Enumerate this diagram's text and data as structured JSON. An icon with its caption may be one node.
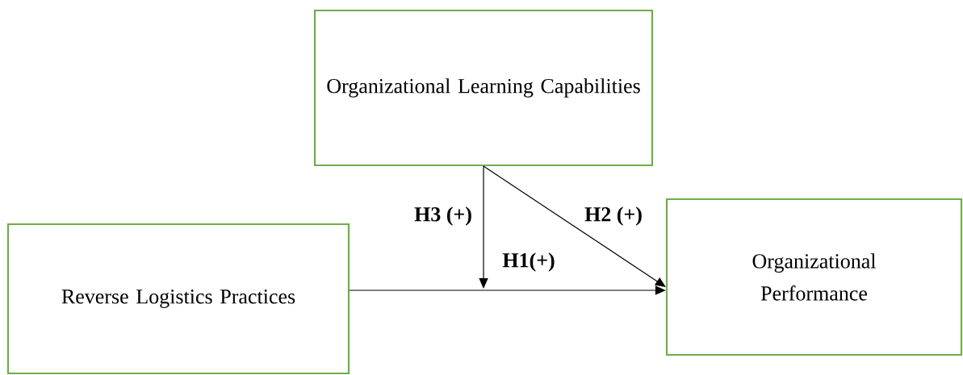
{
  "diagram": {
    "nodes": [
      {
        "text": [
          "Organizational Learning Capabilities"
        ]
      },
      {
        "text": [
          "Reverse Logistics Practices"
        ]
      },
      {
        "text": [
          "Organizational Performance"
        ]
      }
    ],
    "edges": [
      {
        "from": 1,
        "to": 2,
        "arrow": "to",
        "label": "H1(+)"
      },
      {
        "from": 0,
        "to": 2,
        "arrow": "to",
        "label": "H2 (+)"
      },
      {
        "from": 0,
        "to": null,
        "arrow": "to",
        "label": "H3 (+)"
      }
    ]
  }
}
